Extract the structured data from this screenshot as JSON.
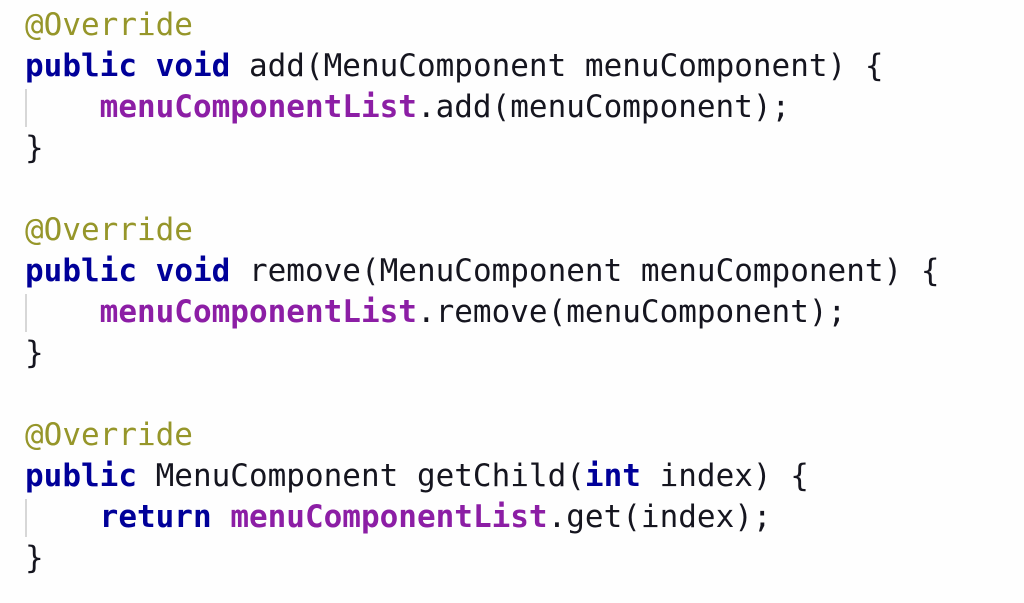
{
  "editor": {
    "language": "java",
    "background": "#fefefe",
    "indent_guide_color": "#d7d7d7",
    "token_colors": {
      "annotation": "#96962a",
      "keyword": "#000099",
      "field": "#8c1ea5",
      "plain": "#15151f"
    },
    "lines": [
      {
        "guide": false,
        "tokens": [
          {
            "t": "@Override",
            "c": "annotation"
          }
        ]
      },
      {
        "guide": false,
        "tokens": [
          {
            "t": "public",
            "c": "keyword"
          },
          {
            "t": " ",
            "c": "plain"
          },
          {
            "t": "void",
            "c": "keyword"
          },
          {
            "t": " add(MenuComponent menuComponent) {",
            "c": "plain"
          }
        ]
      },
      {
        "guide": true,
        "tokens": [
          {
            "t": "    ",
            "c": "plain"
          },
          {
            "t": "menuComponentList",
            "c": "field"
          },
          {
            "t": ".add(menuComponent);",
            "c": "plain"
          }
        ]
      },
      {
        "guide": false,
        "tokens": [
          {
            "t": "}",
            "c": "plain"
          }
        ]
      },
      {
        "guide": false,
        "tokens": []
      },
      {
        "guide": false,
        "tokens": [
          {
            "t": "@Override",
            "c": "annotation"
          }
        ]
      },
      {
        "guide": false,
        "tokens": [
          {
            "t": "public",
            "c": "keyword"
          },
          {
            "t": " ",
            "c": "plain"
          },
          {
            "t": "void",
            "c": "keyword"
          },
          {
            "t": " remove(MenuComponent menuComponent) {",
            "c": "plain"
          }
        ]
      },
      {
        "guide": true,
        "tokens": [
          {
            "t": "    ",
            "c": "plain"
          },
          {
            "t": "menuComponentList",
            "c": "field"
          },
          {
            "t": ".remove(menuComponent);",
            "c": "plain"
          }
        ]
      },
      {
        "guide": false,
        "tokens": [
          {
            "t": "}",
            "c": "plain"
          }
        ]
      },
      {
        "guide": false,
        "tokens": []
      },
      {
        "guide": false,
        "tokens": [
          {
            "t": "@Override",
            "c": "annotation"
          }
        ]
      },
      {
        "guide": false,
        "tokens": [
          {
            "t": "public",
            "c": "keyword"
          },
          {
            "t": " MenuComponent getChild(",
            "c": "plain"
          },
          {
            "t": "int",
            "c": "keyword"
          },
          {
            "t": " index) {",
            "c": "plain"
          }
        ]
      },
      {
        "guide": true,
        "tokens": [
          {
            "t": "    ",
            "c": "plain"
          },
          {
            "t": "return",
            "c": "keyword"
          },
          {
            "t": " ",
            "c": "plain"
          },
          {
            "t": "menuComponentList",
            "c": "field"
          },
          {
            "t": ".get(index);",
            "c": "plain"
          }
        ]
      },
      {
        "guide": false,
        "tokens": [
          {
            "t": "}",
            "c": "plain"
          }
        ]
      }
    ]
  }
}
